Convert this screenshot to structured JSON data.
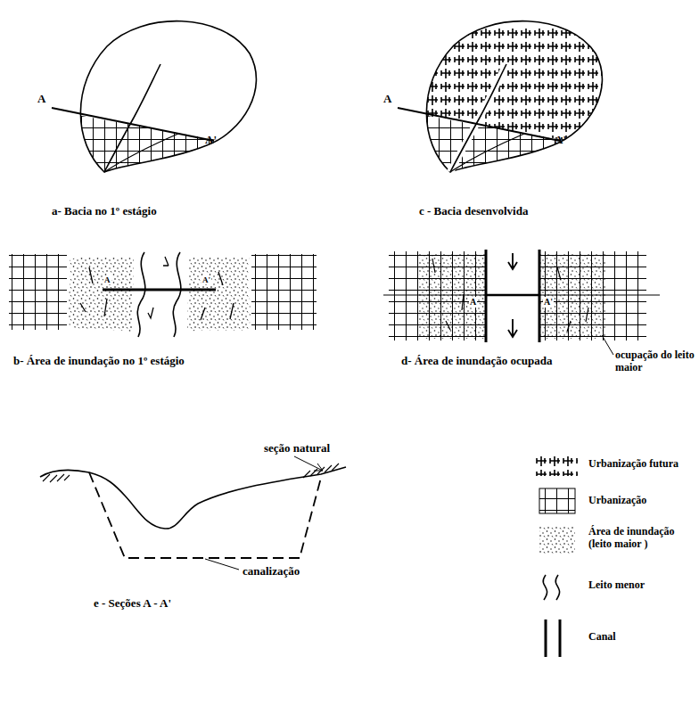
{
  "diagram": {
    "labels": [
      "A",
      "A'",
      "a- Bacia no 1º estágio",
      "A",
      "A'",
      "c - Bacia desenvolvida",
      "A",
      "A'",
      "b- Área de inundação no 1º estágio",
      "A",
      "A'",
      "d- Área de inundação ocupada",
      "ocupação do leito maior",
      "seção natural",
      "canalização",
      "e - Seções A - A'"
    ],
    "legend": [
      {
        "text": "Urbanização futura"
      },
      {
        "text": "Urbanização"
      },
      {
        "text": "Área de inundação (leito maior )"
      },
      {
        "text": "Leito menor"
      },
      {
        "text": "Canal"
      }
    ]
  }
}
